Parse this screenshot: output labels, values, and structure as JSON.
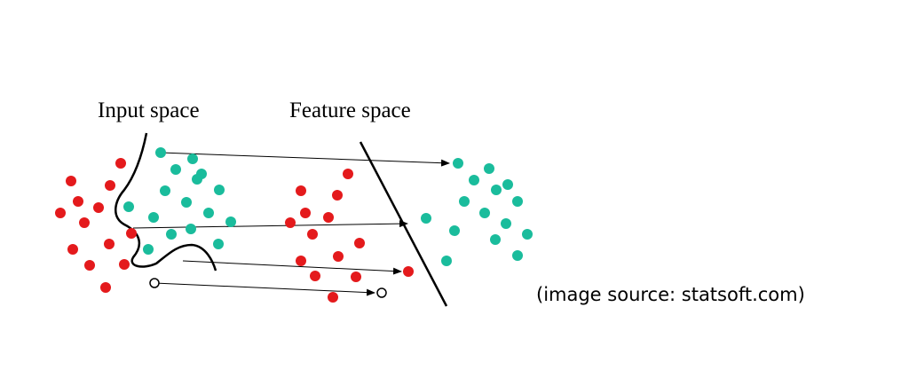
{
  "labels": {
    "input_space": "Input space",
    "feature_space": "Feature space"
  },
  "caption": "(image source: statsoft.com)",
  "colors": {
    "red": "#e41a1c",
    "teal": "#1abc9c",
    "open": "#ffffff",
    "line": "#000000"
  }
}
